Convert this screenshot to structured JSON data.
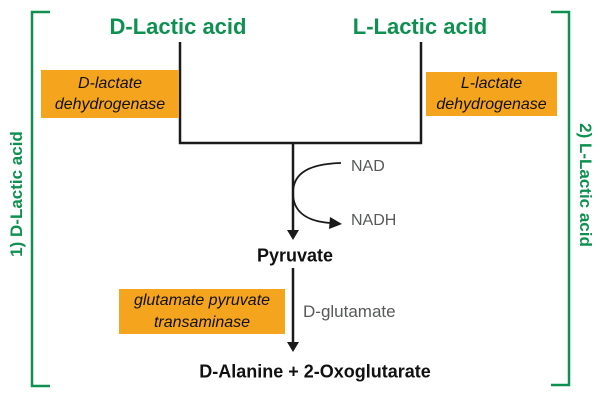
{
  "colors": {
    "green": "#0E9150",
    "orange": "#F5A41D",
    "gray": "#57585A",
    "line": "#1A1A1A"
  },
  "nodes": {
    "d_lactic_acid": "D-Lactic acid",
    "l_lactic_acid": "L-Lactic acid",
    "pyruvate": "Pyruvate",
    "product": "D-Alanine + 2-Oxoglutarate"
  },
  "enzymes": {
    "d_lactate_dehydrogenase": "D-lactate dehydrogenase",
    "l_lactate_dehydrogenase": "L-lactate dehydrogenase",
    "glutamate_pyruvate_transaminase": "glutamate pyruvate transaminase"
  },
  "cofactors": {
    "nad": "NAD",
    "nadh": "NADH",
    "d_glutamate": "D-glutamate"
  },
  "side_labels": {
    "left": "1) D-Lactic acid",
    "right": "2) L-Lactic acid"
  }
}
